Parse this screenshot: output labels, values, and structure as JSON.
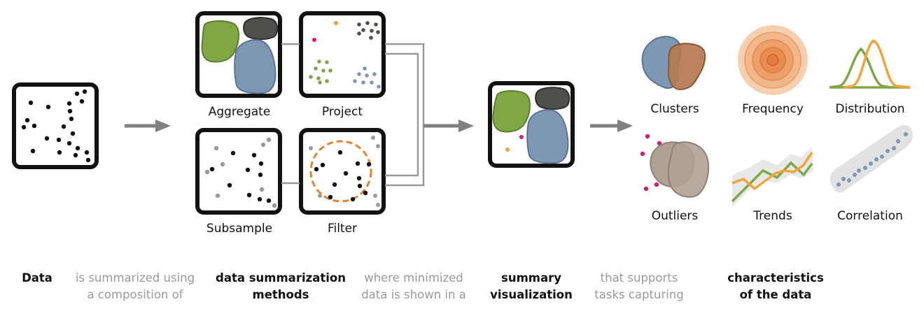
{
  "methods": {
    "aggregate": "Aggregate",
    "project": "Project",
    "subsample": "Subsample",
    "filter": "Filter"
  },
  "characteristics": {
    "clusters": "Clusters",
    "frequency": "Frequency",
    "distribution": "Distribution",
    "outliers": "Outliers",
    "trends": "Trends",
    "correlation": "Correlation"
  },
  "captions": {
    "data": "Data",
    "summarized_1": "is summarized using",
    "summarized_2": "a composition of",
    "methods_1": "data summarization",
    "methods_2": "methods",
    "shown_1": "where minimized",
    "shown_2": "data is shown in a",
    "summary_1": "summary",
    "summary_2": "visualization",
    "supports_1": "that supports",
    "supports_2": "tasks capturing",
    "charac_1": "characteristics",
    "charac_2": "of the data"
  },
  "colors": {
    "green": "#7fa844",
    "blue": "#7d97b5",
    "dark": "#4e5049",
    "brown": "#b57a50",
    "orange": "#f2a33c",
    "magenta": "#d11e74",
    "taupe": "#b0a195",
    "arrow": "#808080"
  }
}
